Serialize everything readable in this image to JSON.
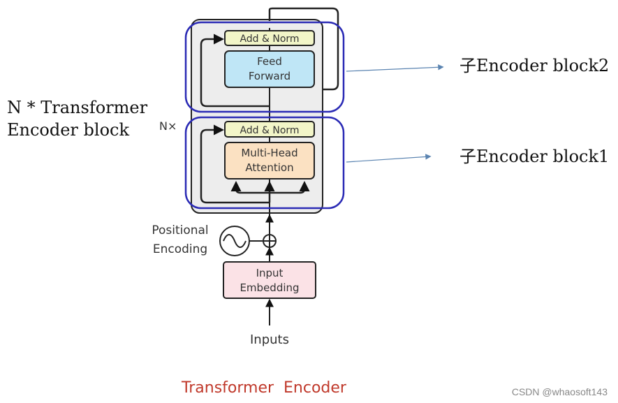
{
  "diagram": {
    "stack_repeat": "N×",
    "feed_forward": {
      "line1": "Feed",
      "line2": "Forward"
    },
    "add_norm_top": "Add & Norm",
    "add_norm_bottom": "Add & Norm",
    "multi_head": {
      "line1": "Multi-Head",
      "line2": "Attention"
    },
    "positional_encoding": {
      "line1": "Positional",
      "line2": "Encoding"
    },
    "input_embedding": {
      "line1": "Input",
      "line2": "Embedding"
    },
    "inputs": "Inputs",
    "left_annotation": {
      "line1": "N * Transformer",
      "line2": "Encoder block"
    },
    "sub_block_2": "子Encoder block2",
    "sub_block_1": "子Encoder block1",
    "caption": "Transformer  Encoder",
    "watermark": "CSDN @whaosoft143"
  },
  "colors": {
    "add_norm_fill": "#f2f5c8",
    "feed_forward_fill": "#bfe6f6",
    "multi_head_fill": "#fbe1c2",
    "input_embedding_fill": "#fbe2e6",
    "stack_fill": "#ededed",
    "highlight_stroke": "#2b2bb5",
    "caption": "#c0392b",
    "arrow": "#5b84b1"
  }
}
